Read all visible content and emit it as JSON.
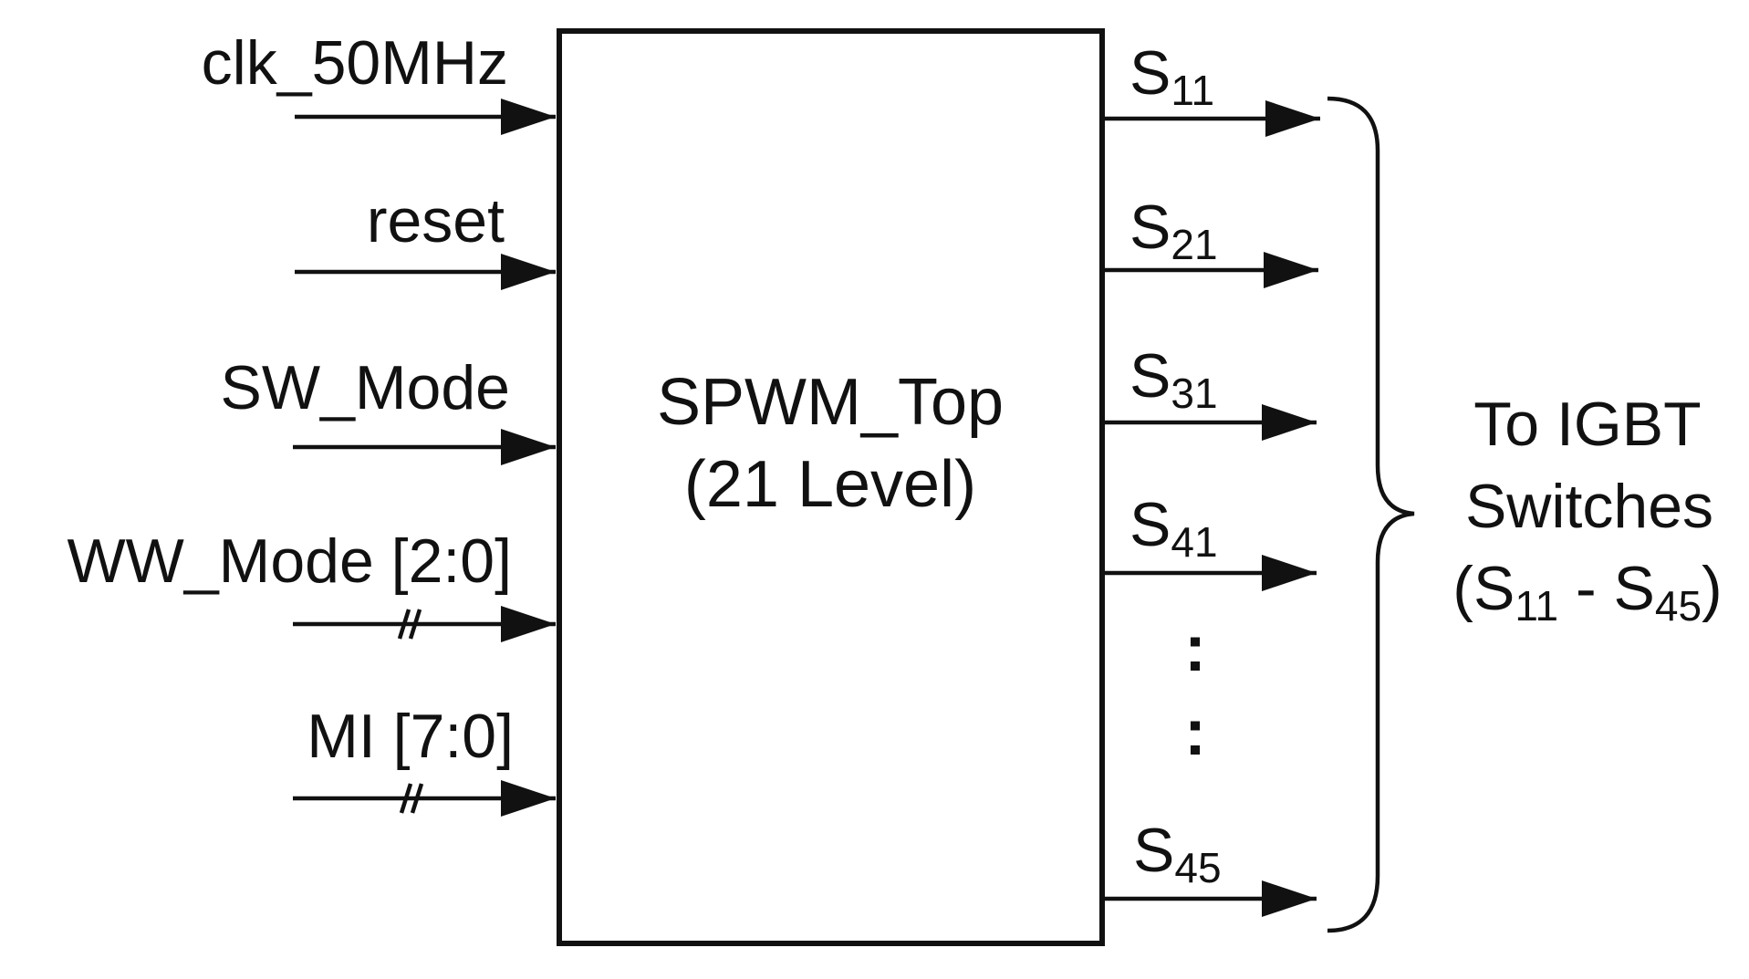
{
  "block": {
    "name": "SPWM_Top",
    "subtitle": "(21 Level)"
  },
  "inputs": [
    {
      "label": "clk_50MHz"
    },
    {
      "label": "reset"
    },
    {
      "label": "SW_Mode"
    },
    {
      "label": "WW_Mode [2:0]",
      "bus": true
    },
    {
      "label": "MI [7:0]",
      "bus": true
    }
  ],
  "outputs": [
    {
      "base": "S",
      "sub": "11"
    },
    {
      "base": "S",
      "sub": "21"
    },
    {
      "base": "S",
      "sub": "31"
    },
    {
      "base": "S",
      "sub": "41"
    },
    {
      "base": "S",
      "sub": "45"
    }
  ],
  "ellipsis": [
    ":",
    ":"
  ],
  "brace_label": {
    "line1": "To IGBT",
    "line2": "Switches",
    "open_paren": "(",
    "range_start": {
      "base": "S",
      "sub": "11"
    },
    "dash": " - ",
    "range_end": {
      "base": "S",
      "sub": "45"
    },
    "close_paren": ")"
  },
  "colors": {
    "stroke": "#111111",
    "background": "#ffffff"
  }
}
